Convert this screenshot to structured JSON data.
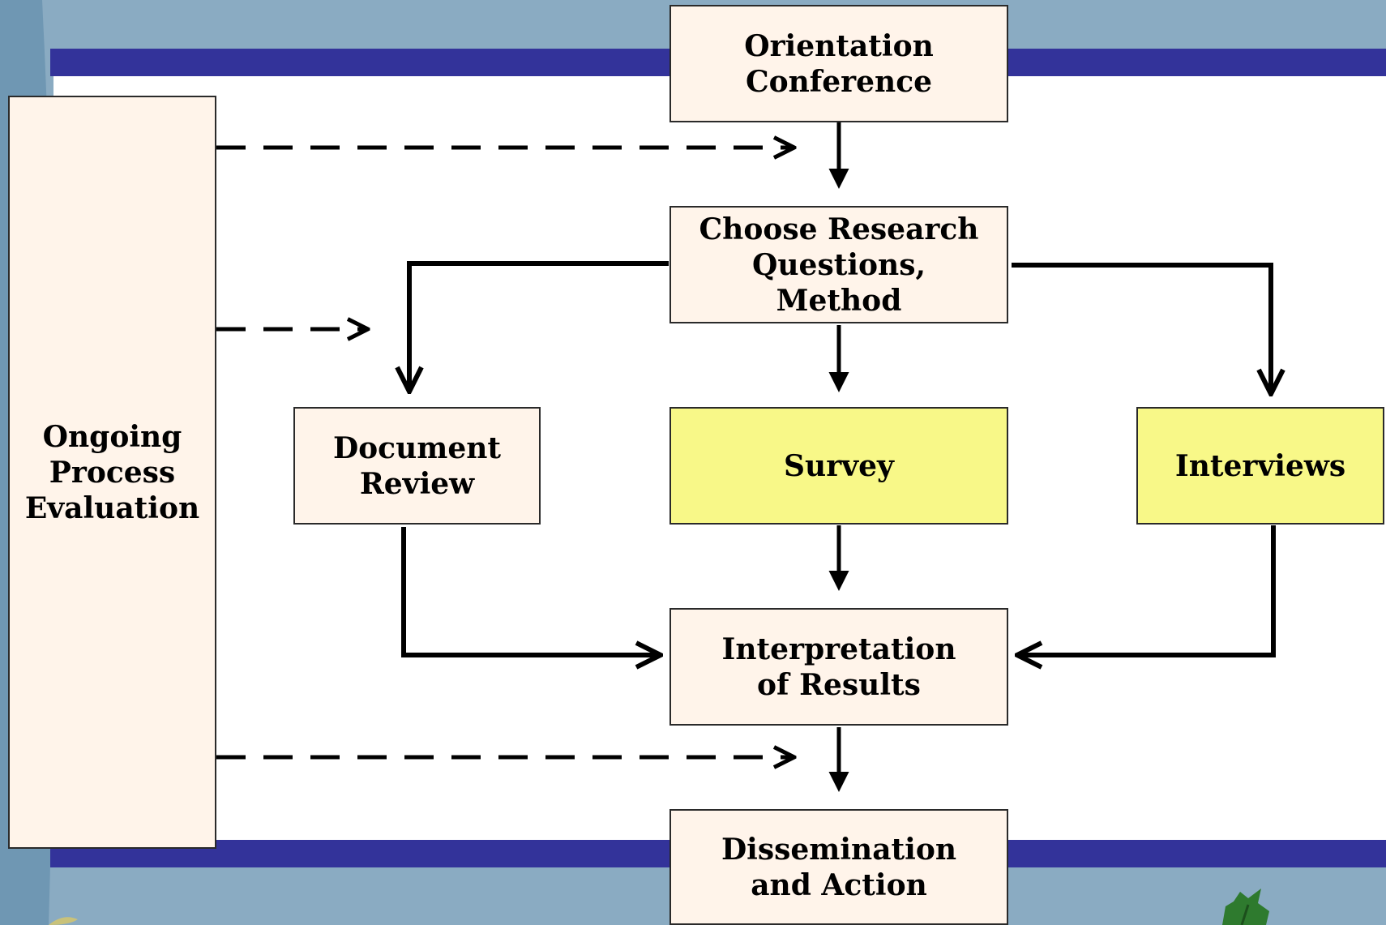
{
  "colors": {
    "slide_background": "#8aabc2",
    "left_band": "#6f97b3",
    "navy_bar": "#33339a",
    "content_area": "#ffffff",
    "box_fill": "#fff4ea",
    "highlight_fill": "#f8f888",
    "line": "#000000"
  },
  "nodes": {
    "orientation": "Orientation\nConference",
    "choose": "Choose Research\nQuestions,\nMethod",
    "document_review": "Document\nReview",
    "survey": "Survey",
    "interviews": "Interviews",
    "interpretation": "Interpretation\nof Results",
    "dissemination": "Dissemination\nand Action",
    "ongoing": "Ongoing\nProcess\nEvaluation"
  },
  "icons": {
    "corner_decoration": "leaf-icon"
  }
}
